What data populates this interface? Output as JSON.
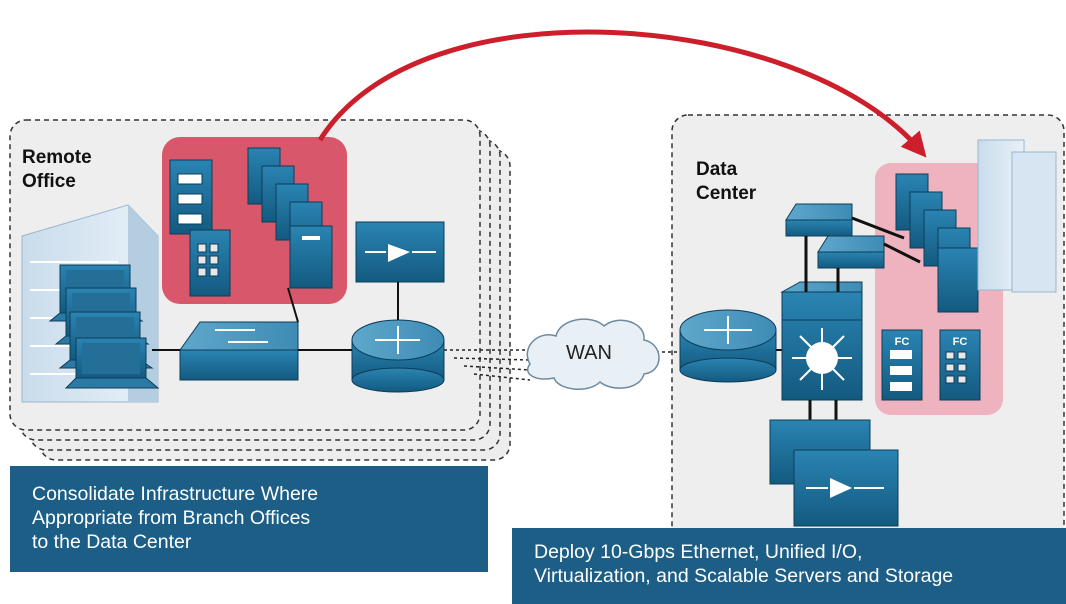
{
  "labels": {
    "remote_office": [
      "Remote",
      "Office"
    ],
    "data_center": [
      "Data",
      "Center"
    ],
    "wan": "WAN",
    "fc": "FC"
  },
  "banners": {
    "left": [
      "Consolidate Infrastructure Where",
      "Appropriate from Branch Offices",
      "to the Data Center"
    ],
    "right": [
      "Deploy 10-Gbps Ethernet, Unified I/O,",
      "Virtualization, and Scalable Servers and Storage"
    ]
  },
  "colors": {
    "banner": "#1c5e86",
    "device_blue": "#1b6e96",
    "highlight_red": "#d9576a",
    "highlight_pink": "#eeb3bf",
    "arrow_red": "#cc1f2b",
    "zone_fill": "#ededed"
  },
  "icons": [
    "building-icon",
    "laptop-icon",
    "storage-server-icon",
    "server-icon",
    "switch-icon",
    "router-icon",
    "wan-cloud-icon",
    "multilayer-switch-icon",
    "fc-storage-icon",
    "load-balancer-icon"
  ]
}
